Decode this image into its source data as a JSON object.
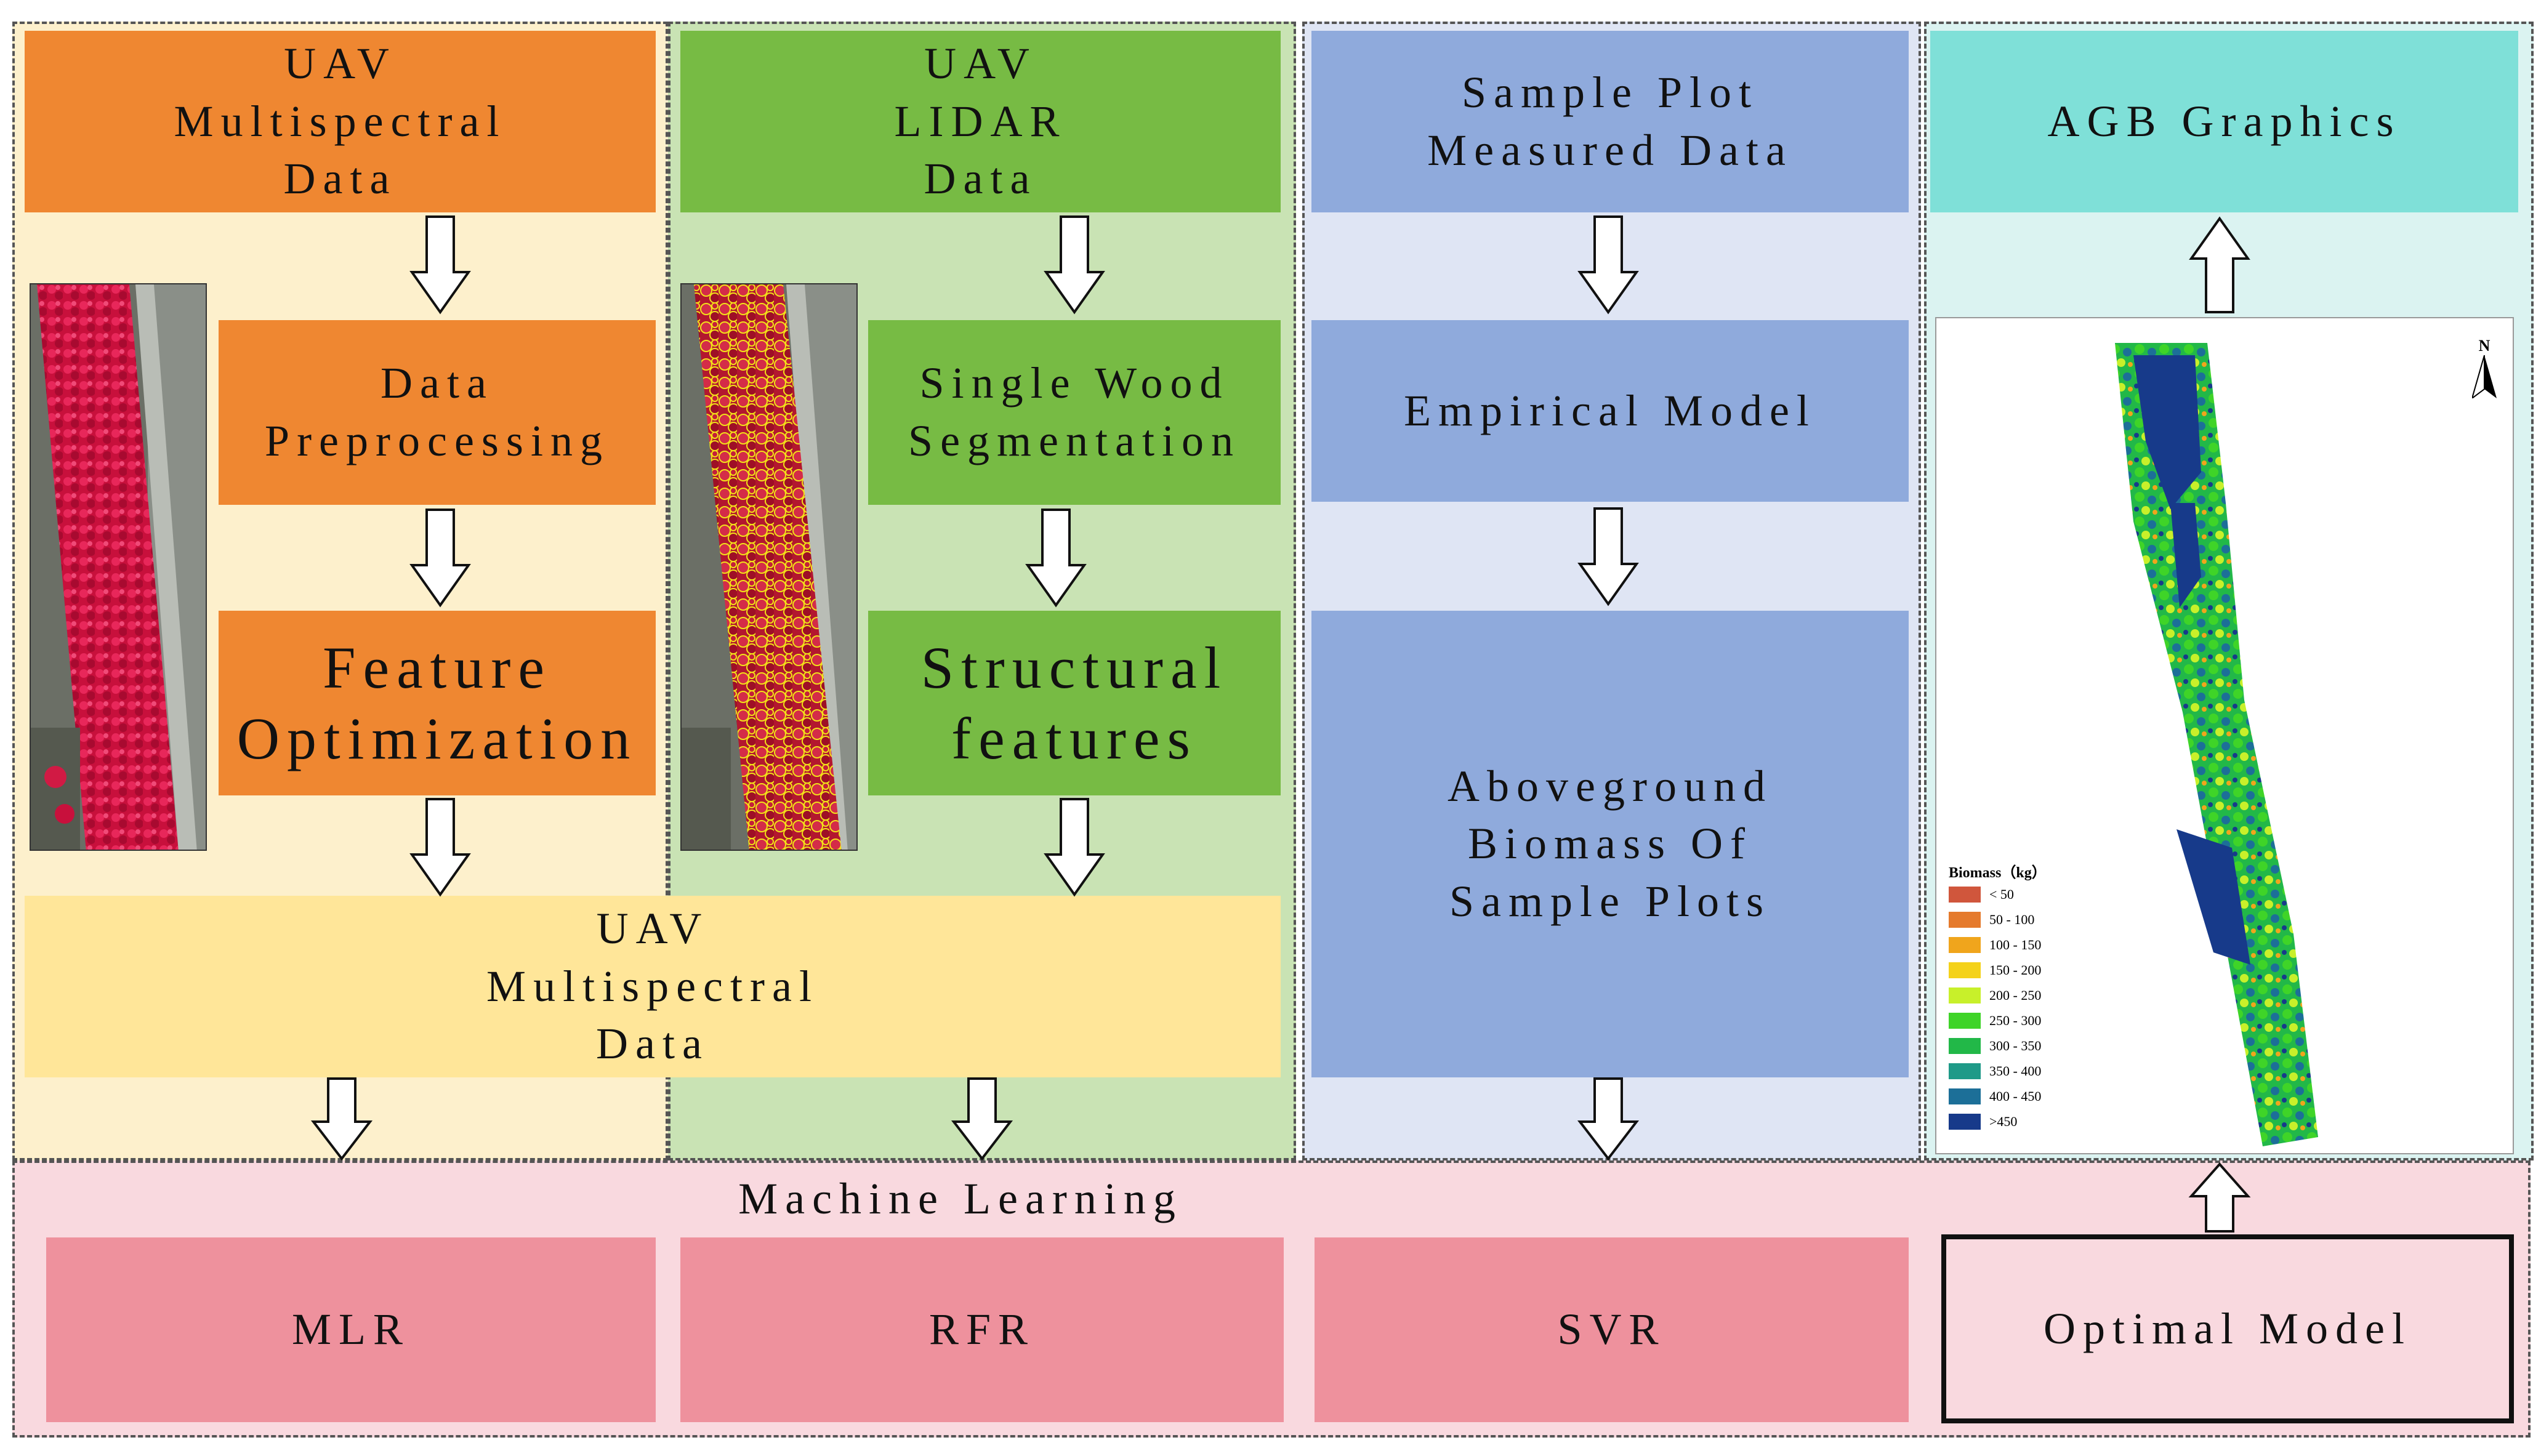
{
  "multispectral_column": {
    "source": "UAV\nMultispectral\nData",
    "step1": "Data\nPreprocessing",
    "step2": "Feature\nOptimization"
  },
  "lidar_column": {
    "source": "UAV\nLIDAR\nData",
    "step1": "Single Wood\nSegmentation",
    "step2": "Structural\nfeatures"
  },
  "merged_box": "UAV\nMultispectral\nData",
  "plot_column": {
    "source": "Sample Plot\nMeasured Data",
    "step1": "Empirical Model",
    "step2": "Aboveground\nBiomass Of\nSample Plots"
  },
  "output_column": {
    "title": "AGB Graphics",
    "map_north": "N",
    "legend_title": "Biomass（kg）",
    "legend": [
      {
        "label": "< 50",
        "color": "#d0563c"
      },
      {
        "label": "50 - 100",
        "color": "#e57a2c"
      },
      {
        "label": "100 - 150",
        "color": "#f0a51c"
      },
      {
        "label": "150 - 200",
        "color": "#f4d21a"
      },
      {
        "label": "200 - 250",
        "color": "#c8f02a"
      },
      {
        "label": "250 - 300",
        "color": "#3fd428"
      },
      {
        "label": "300 - 350",
        "color": "#22b848"
      },
      {
        "label": "350 - 400",
        "color": "#1f9a88"
      },
      {
        "label": "400 - 450",
        "color": "#1c6f98"
      },
      {
        "label": ">450",
        "color": "#173a8a"
      }
    ]
  },
  "machine_learning": {
    "title": "Machine Learning",
    "models": [
      "MLR",
      "RFR",
      "SVR"
    ],
    "optimal": "Optimal Model"
  },
  "colors": {
    "orange_panel": "#fdf0cc",
    "orange_box": "#ef8731",
    "green_panel": "#c9e3b4",
    "green_box": "#77bb44",
    "blue_panel": "#dfe5f4",
    "blue_box": "#8faadc",
    "teal_panel": "#dbf3f1",
    "teal_box": "#7fe0d8",
    "yellow_box": "#ffe699",
    "pink_panel": "#f9d9df",
    "pink_box": "#ee919d"
  }
}
